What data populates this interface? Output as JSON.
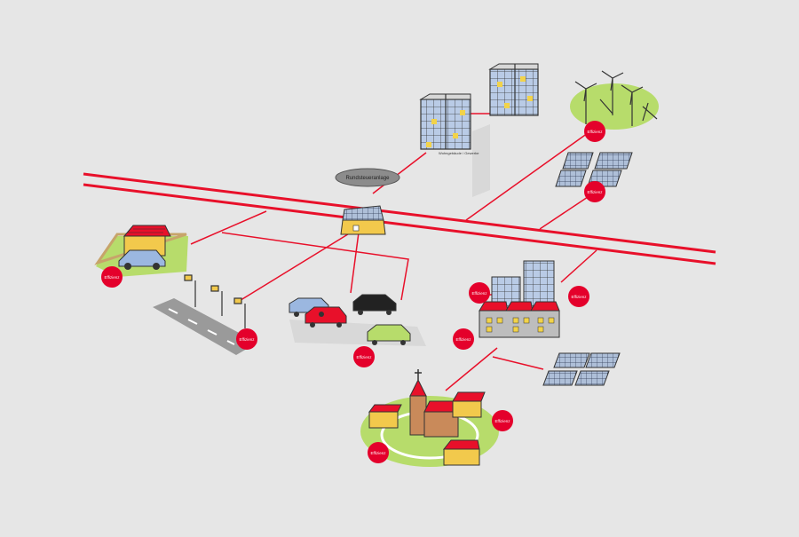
{
  "diagram": {
    "control_unit_label": "Rundsteueranlage",
    "building_caption": "Wohngebäude / Gewerbe",
    "badges": {
      "wind": "Effizienz",
      "solar_field": "Effizienz",
      "home": "Effizienz",
      "charging": "Effizienz",
      "parking": "Effizienz",
      "city_left": "Effizienz",
      "city_right": "Effizienz",
      "city_bottom": "Effizienz",
      "village_left": "Effizienz",
      "village_right": "Effizienz"
    }
  },
  "colors": {
    "background": "#e6e6e6",
    "grid_line": "#e8102a",
    "badge": "#e4002b",
    "roof": "#e8102a",
    "house_wall": "#f2c94c",
    "grass": "#b7dc6b",
    "glass": "#b9cbe6",
    "solar_panel": "#aebfd8",
    "control_unit": "#8c8c8c"
  }
}
